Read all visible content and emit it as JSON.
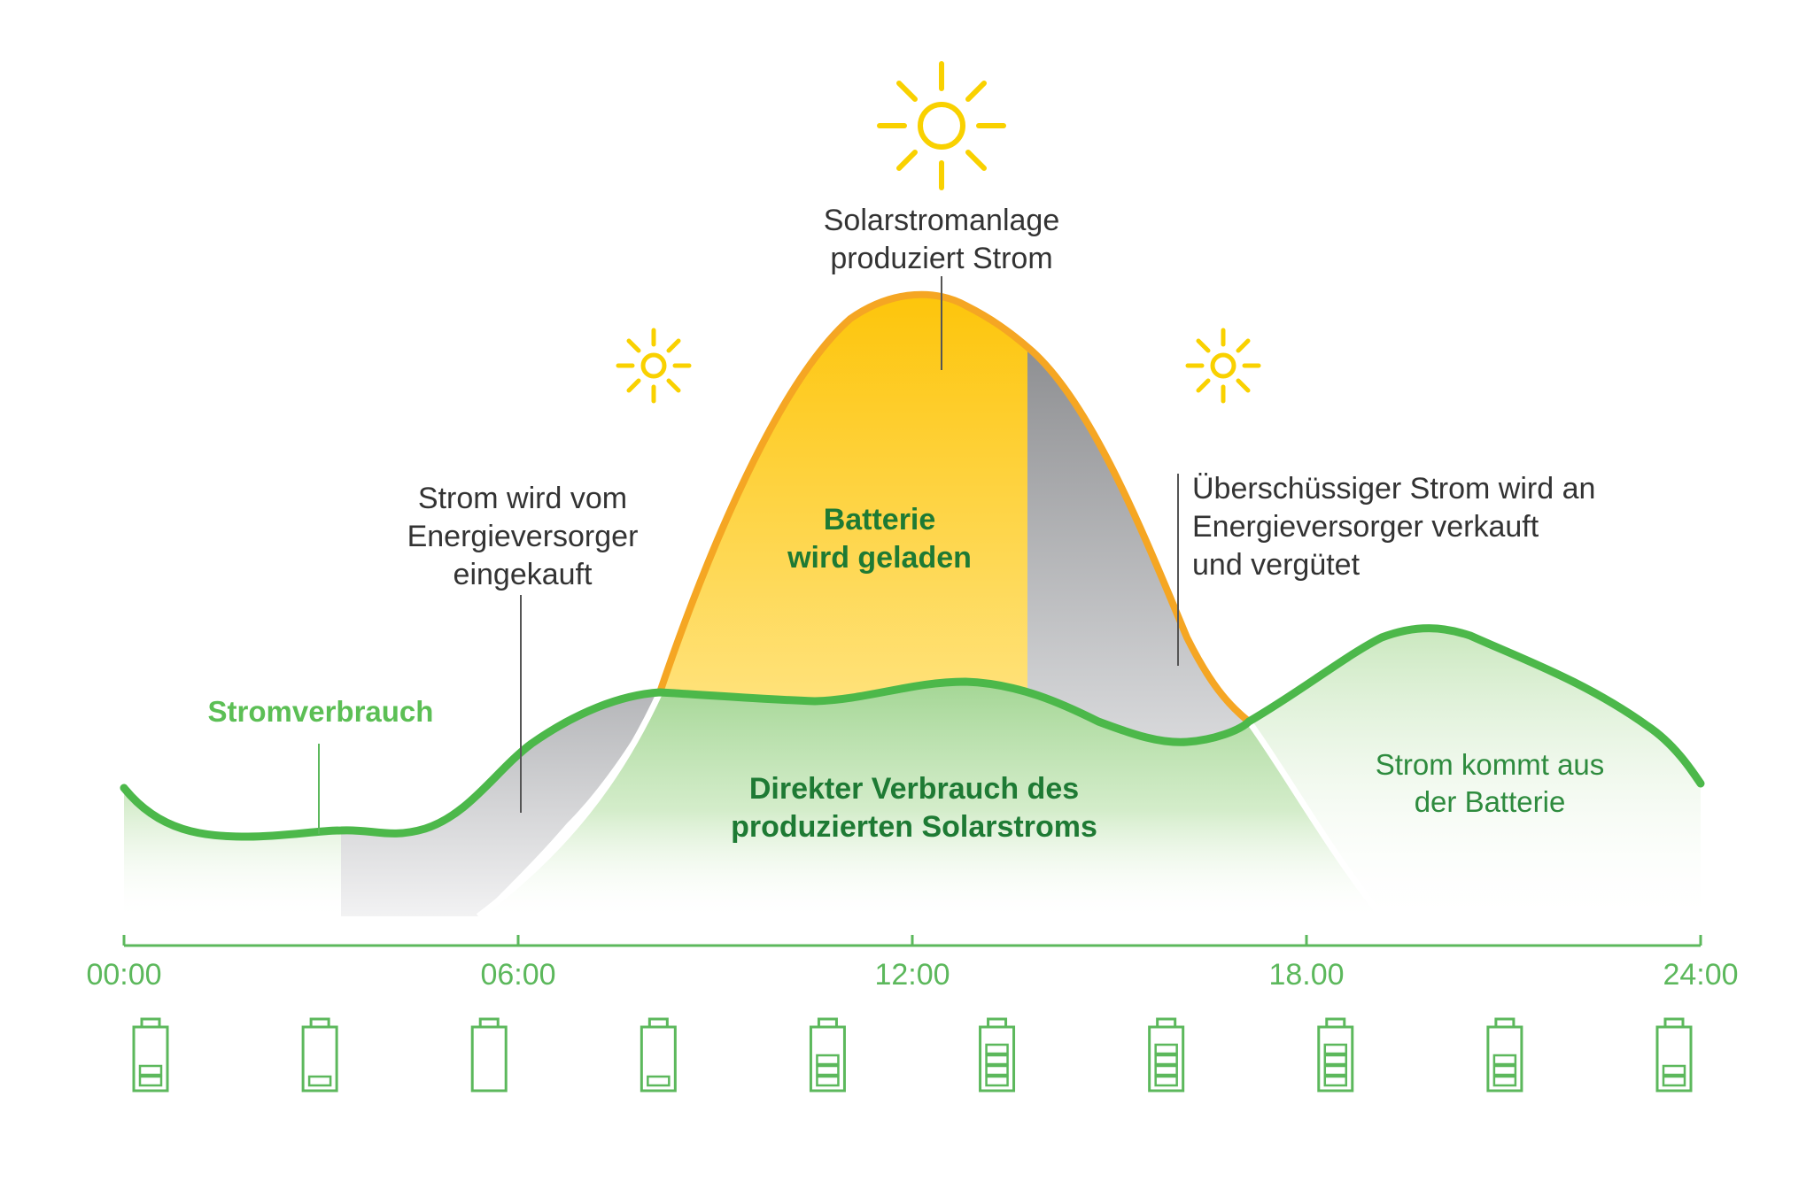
{
  "colors": {
    "consumption_line": "#4cb84a",
    "solar_fill": "#fcc419",
    "solar_outline": "#f5a623",
    "sun": "#f9d100",
    "grid_gray": "#a9aaad",
    "label_dark": "#333333",
    "label_green_dark": "#1e7a34",
    "label_green_bright": "#5cbf55",
    "axis": "#5cb85c"
  },
  "icons": {
    "sun_large": "sun-icon",
    "sun_small": "sun-icon",
    "battery": "battery-icon"
  },
  "labels": {
    "solar_production": [
      "Solarstromanlage",
      "produziert Strom"
    ],
    "battery_charged": [
      "Batterie",
      "wird geladen"
    ],
    "grid_purchase": [
      "Strom wird vom",
      "Energieversorger",
      "eingekauft"
    ],
    "grid_sell": [
      "Überschüssiger Strom wird an",
      "Energieversorger verkauft",
      "und vergütet"
    ],
    "consumption": "Stromverbrauch",
    "direct_use": [
      "Direkter Verbrauch des",
      "produzierten Solarstroms"
    ],
    "from_battery": [
      "Strom kommt aus",
      "der Batterie"
    ]
  },
  "axis": {
    "ticks": [
      "00:00",
      "06:00",
      "12:00",
      "18.00",
      "24:00"
    ]
  },
  "batteries": [
    {
      "time_index": 0,
      "level": 2
    },
    {
      "time_index": 1,
      "level": 1
    },
    {
      "time_index": 2,
      "level": 0
    },
    {
      "time_index": 3,
      "level": 1
    },
    {
      "time_index": 4,
      "level": 3
    },
    {
      "time_index": 5,
      "level": 4
    },
    {
      "time_index": 6,
      "level": 4
    },
    {
      "time_index": 7,
      "level": 4
    },
    {
      "time_index": 8,
      "level": 3
    },
    {
      "time_index": 9,
      "level": 2
    }
  ],
  "battery_max_level": 4
}
